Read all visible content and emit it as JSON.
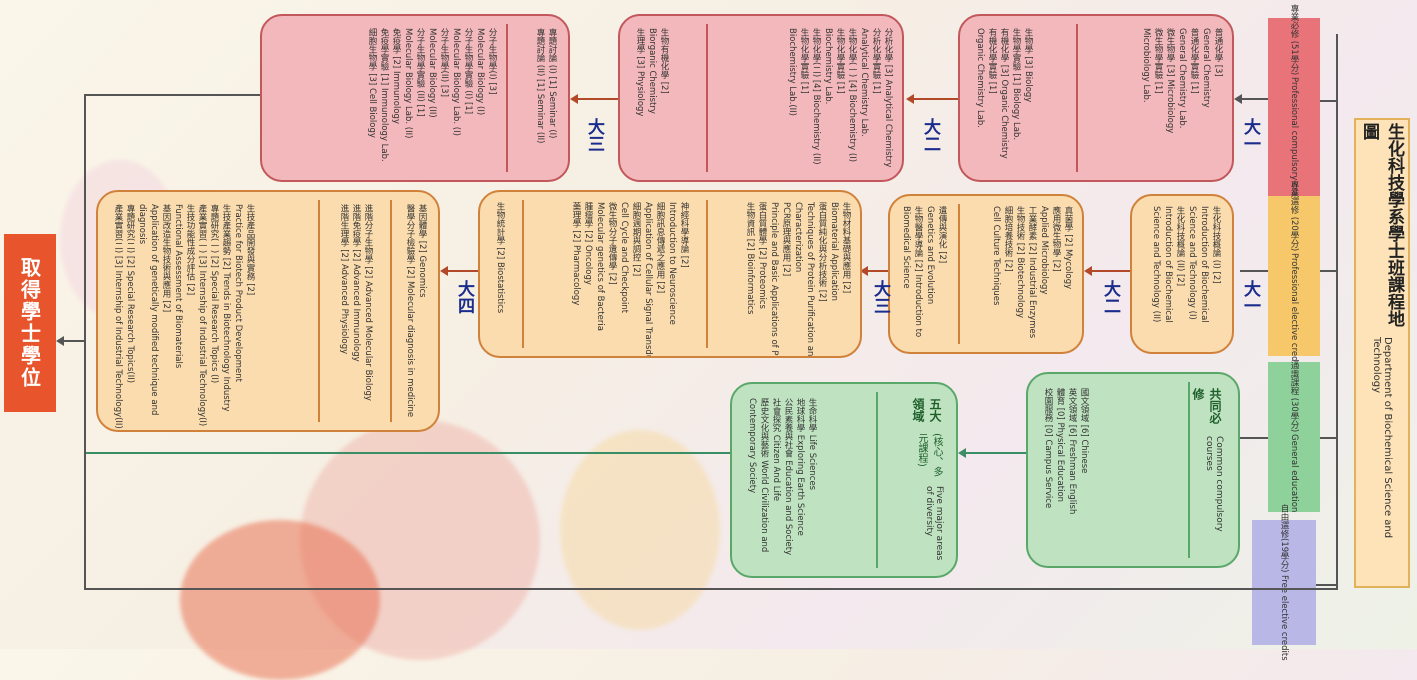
{
  "title": {
    "zh": "生化科技學系學士班課程地圖",
    "en": "Department of Biochemical Science and Technology"
  },
  "categories": {
    "compulsory": {
      "zh": "專業必修 (51學分)",
      "en": "Professional compulsory credits"
    },
    "elective": {
      "zh": "專業選修 (20學分)",
      "en": "Professional elective credits"
    },
    "general": {
      "zh": "通識課程 (30學分)",
      "en": "General education"
    },
    "free": {
      "zh": "自由選修(19學分)",
      "en": "Free elective credits"
    }
  },
  "years": {
    "y1": "大一",
    "y2": "大二",
    "y3": "大三",
    "y4": "大四"
  },
  "degree": "取得學士學位",
  "compulsory_y1": {
    "col1": [
      "普通化學 [3]",
      "General Chemistry",
      "普通化學實驗 [1]",
      "General Chemistry Lab.",
      "微生物學 [3] Microbiology",
      "微生物學實驗 [1]",
      "Microbiology Lab."
    ],
    "col2": [
      "生物學 [3] Biology",
      "生物學實驗 [1] Biology Lab.",
      "有機化學 [3] Organic Chemistry",
      "有機化學實驗 [1]",
      "Organic Chemistry Lab."
    ]
  },
  "compulsory_y2": {
    "col1": [
      "分析化學 [3] Analytical Chemistry",
      "分析化學實驗 [1]",
      "Analytical Chemistry Lab.",
      "生物化學(一) [4] Biochemistry (I)",
      "生物化學實驗 [1]",
      "Biochemistry Lab.",
      "生物化學(二) [4] Biochemistry (II)",
      "生物化學實驗 [1]",
      "Biochemistry Lab.(II)"
    ],
    "col2": [
      "生物有機化學 [2]",
      "Biorganic Chemistry",
      "生理學 [3] Physiology"
    ]
  },
  "compulsory_y3": {
    "col1": [
      "分子生物學(I) [3]",
      "Molecular Biology (I)",
      "分子生物學實驗 (I) [1]",
      "Molecular Biology Lab. (I)",
      "分子生物學(II) [3]",
      "Molecular Biology (II)",
      "分子生物學實驗 (II) [1]",
      "Molecular Biology Lab. (II)",
      "免疫學 [2] Immunology",
      "免疫學實驗 [1] Immunology Lab.",
      "細胞生物學 [3] Cell Biology"
    ],
    "col2": [
      "專題討論 (I) [1] Seminar (I)",
      "專題討論 (II) [1] Seminar (II)"
    ]
  },
  "elective_y1": [
    "生化科技概論 (I) [2]",
    "Introduction of Biochemical",
    "Science and Technology (I)",
    "生化科技概論 (II) [2]",
    "Introduction of Biochemical",
    "Science and Technology (II)"
  ],
  "elective_y2": {
    "col1": [
      "真菌學 [2] Mycology",
      "應用微生物學 [2]",
      "Applied Microbiology",
      "工業酵素 [2] Industrial Enzymes",
      "生物技術 [2] Biotechnology",
      "細胞培養技術 [2]",
      "Cell Culture Techniques"
    ],
    "col2": [
      "遺傳與演化 [2]",
      "Genetics and Evolution",
      "生物醫學導論 [2] Introduction to",
      "Biomedical Science"
    ]
  },
  "elective_y3": {
    "col1": [
      "生物材料基礎與應用 [2]",
      "Biomaterial Application",
      "蛋白質純化與分析技術 [2]",
      "Techniques of Protein Purification and",
      "Characterization",
      "PCR原理與應用 [2]",
      "Principle and Basic Applications of PCR",
      "蛋白質體學 [2] Proteomics",
      "生物資訊 [2] Bioinformatics"
    ],
    "col2": [
      "神經科學導論 [2]",
      "Introduction to Neuroscience",
      "細胞訊息傳遞之應用 [2]",
      "Application of Cellular Signal Transduction",
      "細胞週期與調控 [2]",
      "Cell Cycle and Checkpoint",
      "微生物分子遺傳學 [2]",
      "Molecular genetics of Bacteria",
      "腫瘤學 [2] Oncology",
      "藥理學 [2] Pharmacology"
    ],
    "col3": [
      "生物統計學 [2] Biostatistics"
    ]
  },
  "elective_y4": {
    "col1": [
      "基因體學 [2] Genomics",
      "醫學分子檢驗學 [2] Molecular diagnosis in medicine"
    ],
    "col2": [
      "進階分子生物學 [2] Advanced Molecular Biology",
      "進階免疫學 [2] Advanced Immunology",
      "進階生理學 [2] Advanced Physiology"
    ],
    "col3": [
      "生技產品開發與實務 [2]",
      "Practice for Biotech Product Development",
      "生技產業趨勢 [2] Trends in Biotechnology Industry",
      "專題研究(一) [2] Special Research Topics (I)",
      "產業實習(一) [3] Internship of Industrial Technology(I)",
      "生技功能性成分評估 [2]",
      "Functional Assessment of Biomaterials",
      "基因改造生物技術與應用 [2]",
      "Application of genetically modified technique and",
      "diagnosis",
      "專題研究(二) [2] Special Research Topics(II)",
      "產業實習(二) [3] Internship of Industrial Technology(II)"
    ]
  },
  "general_common": {
    "header": {
      "zh": "共同必修",
      "en": "Common compulsory courses"
    },
    "items": [
      "國文領域 [6] Chinese",
      "英文領域 [6] Freshman English",
      "體育 [0] Physical Education",
      "校園服務 [0] Campus Service"
    ]
  },
  "general_areas": {
    "header": {
      "zh": "五大領域",
      "en": "(核心、多元課程)",
      "sub": "Five major areas of diversity"
    },
    "items": [
      "生命科學 Life Sciences",
      "地球科學 Exploring Earth Science",
      "公民素養與社會 Education and Society",
      "社會探究 Citizen And Life",
      "歷史文化與藝術 World Civilization and",
      "Contemporary Society"
    ]
  },
  "colors": {
    "compulsory": "#e8747a",
    "elective": "#f6c86a",
    "general": "#8fd19a",
    "free": "#b9b7e6",
    "title_bg": "#fde3b7",
    "year_text": "#1b2d8c",
    "degree_bg": "#e8542c"
  }
}
